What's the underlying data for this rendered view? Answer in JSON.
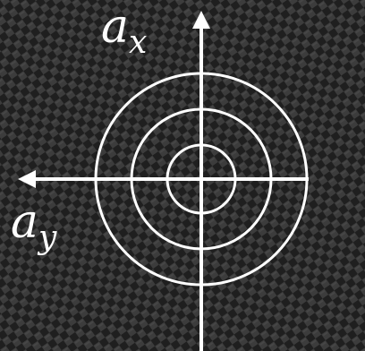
{
  "labels": {
    "vertical_axis": {
      "base": "a",
      "subscript": "x"
    },
    "horizontal_axis": {
      "base": "a",
      "subscript": "y"
    }
  },
  "colors": {
    "background": "#2a2a2a",
    "weave_light": "#4a4a4a",
    "weave_dark": "#1a1a1a",
    "lines": "#ffffff"
  },
  "figure": {
    "concentric_circle_count": 3,
    "background_texture": "carbon-fiber-weave"
  }
}
